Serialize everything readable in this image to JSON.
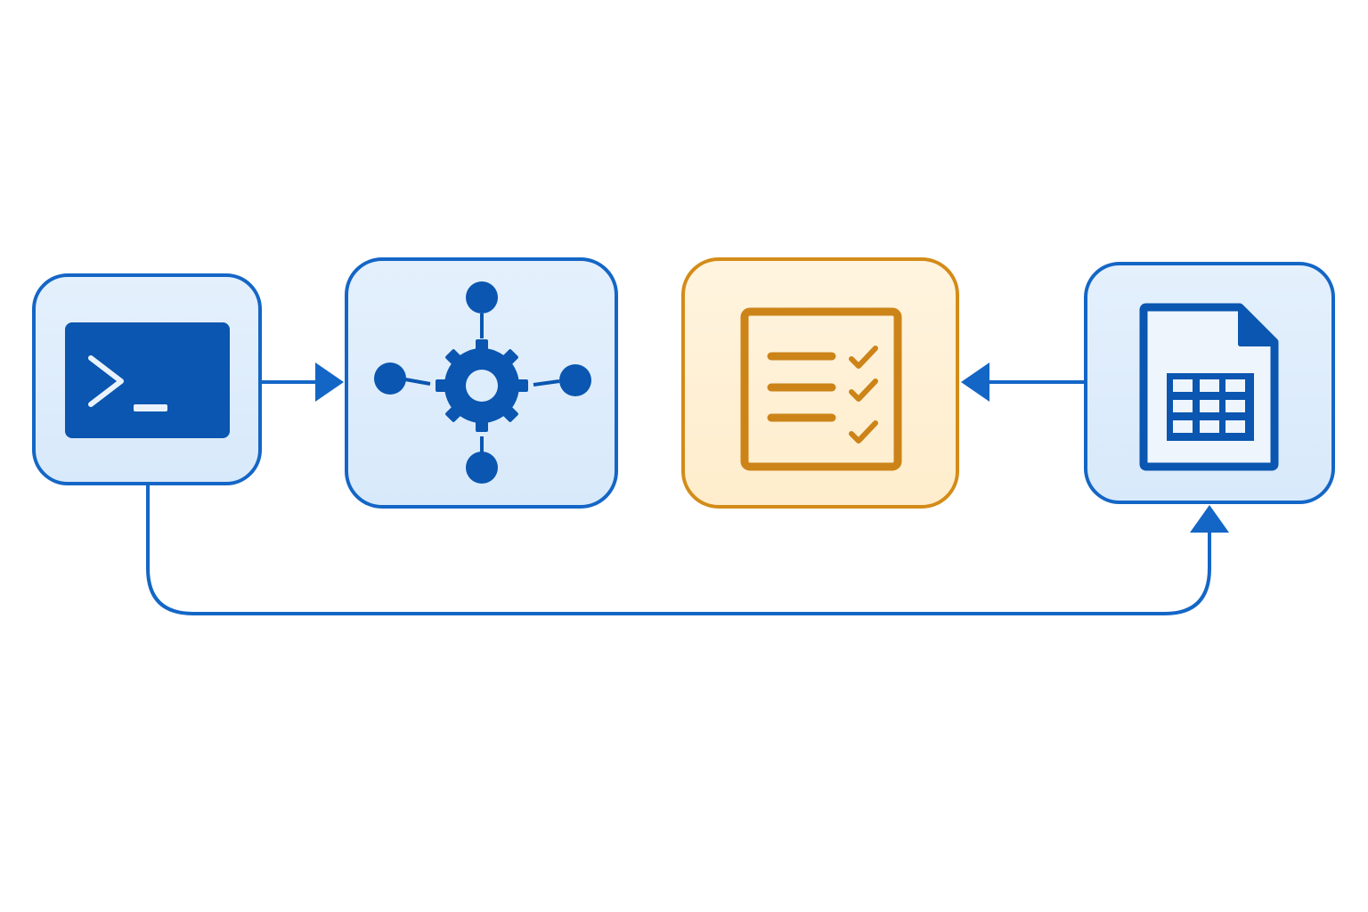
{
  "diagram": {
    "nodes": [
      {
        "id": "terminal",
        "icon": "terminal-icon",
        "theme": "blue"
      },
      {
        "id": "processor",
        "icon": "gear-network-icon",
        "theme": "blue"
      },
      {
        "id": "checklist",
        "icon": "checklist-icon",
        "theme": "orange"
      },
      {
        "id": "spreadsheet",
        "icon": "spreadsheet-file-icon",
        "theme": "blue"
      }
    ],
    "edges": [
      {
        "from": "terminal",
        "to": "processor"
      },
      {
        "from": "spreadsheet",
        "to": "checklist"
      },
      {
        "from": "terminal",
        "to": "spreadsheet"
      }
    ]
  },
  "colors": {
    "blue_stroke": "#1466c6",
    "blue_fill": "#deedfb",
    "blue_icon": "#0a56b0",
    "orange_stroke": "#d38c18",
    "orange_fill": "#fff3dc",
    "orange_icon": "#cc8418",
    "background": "#ffffff"
  }
}
